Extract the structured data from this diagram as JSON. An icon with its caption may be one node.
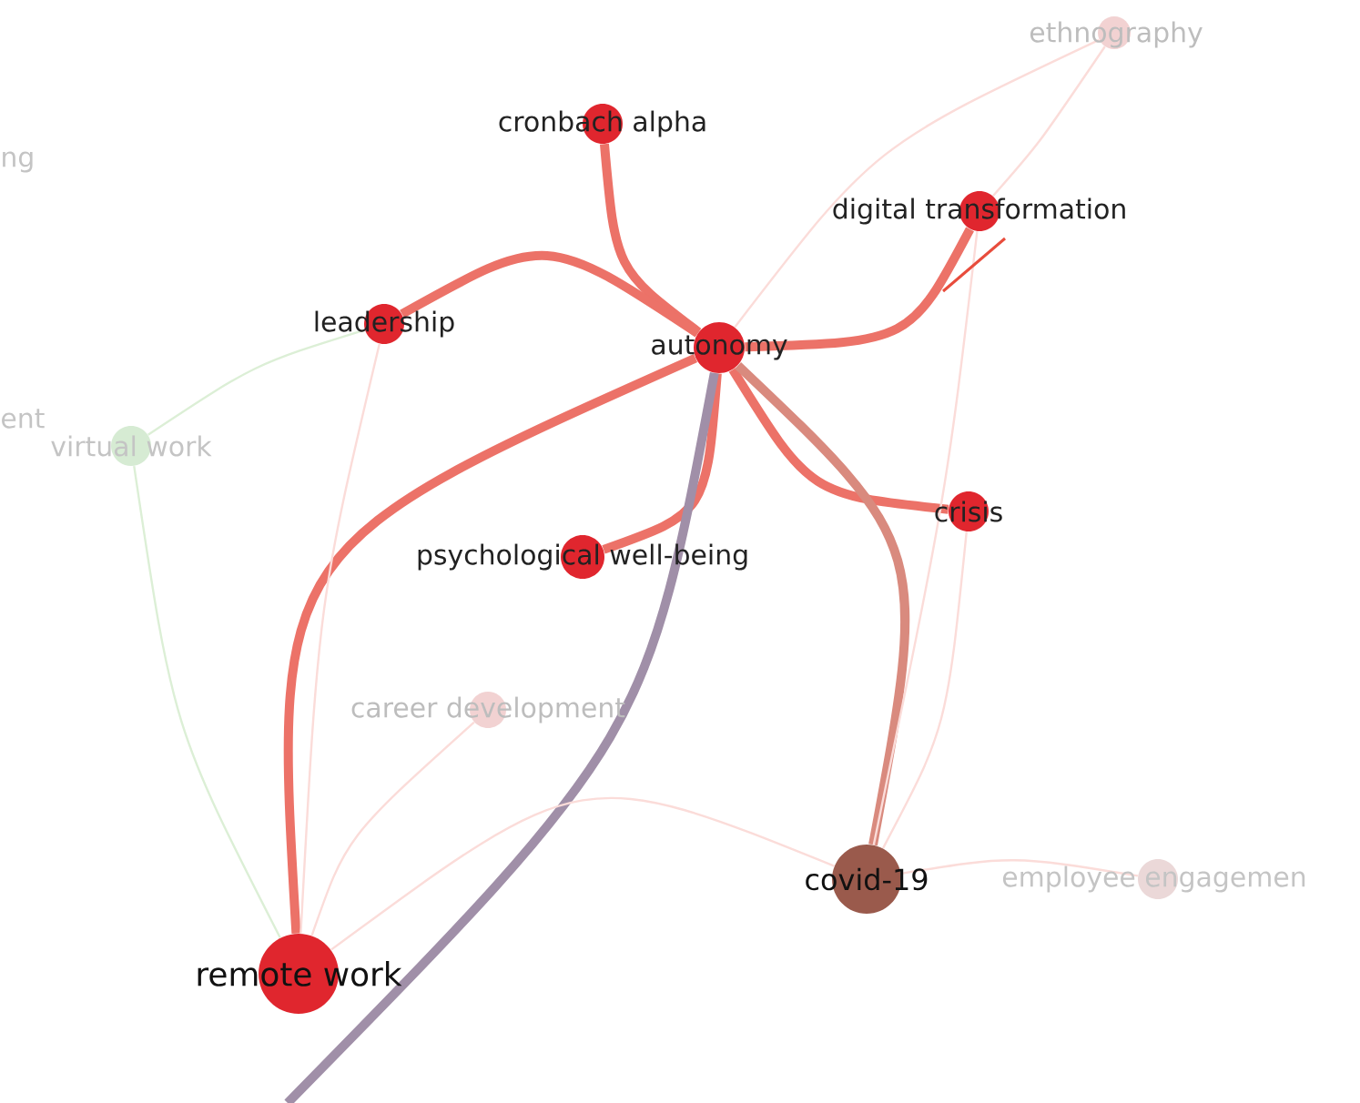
{
  "diagram": {
    "nodes": [
      {
        "text": [
          "cronbach alpha"
        ]
      },
      {
        "text": [
          "digital transformation"
        ]
      },
      {
        "text": [
          "leadership"
        ]
      },
      {
        "text": [
          "autonomy"
        ]
      },
      {
        "text": [
          "crisis"
        ]
      },
      {
        "text": [
          "psychological well-being"
        ]
      },
      {
        "text": [
          "career development"
        ]
      },
      {
        "text": [
          "covid-19"
        ]
      },
      {
        "text": [
          "employee engagemen"
        ]
      },
      {
        "text": [
          "remote work"
        ]
      },
      {
        "text": [
          "virtual work"
        ]
      },
      {
        "text": [
          "ethnography"
        ]
      }
    ],
    "edges": [
      {
        "from": 3,
        "to": 0,
        "arrow": "none",
        "style": "thick",
        "color": "#ec7268"
      },
      {
        "from": 3,
        "to": 1,
        "arrow": "none",
        "style": "thick",
        "color": "#ec7268"
      },
      {
        "from": 3,
        "to": 2,
        "arrow": "none",
        "style": "thick",
        "color": "#ec7268"
      },
      {
        "from": 3,
        "to": 4,
        "arrow": "none",
        "style": "thick",
        "color": "#ec7268"
      },
      {
        "from": 3,
        "to": 5,
        "arrow": "none",
        "style": "thick",
        "color": "#ec7268"
      },
      {
        "from": 3,
        "to": 9,
        "arrow": "none",
        "style": "thick",
        "color": "#ec7268"
      },
      {
        "from": 3,
        "to": 7,
        "arrow": "none",
        "style": "thick",
        "color": "#d98a7e"
      },
      {
        "from": 3,
        "to": null,
        "arrow": "none",
        "style": "thick",
        "color": "#a08fa8"
      },
      {
        "from": 9,
        "to": 7,
        "arrow": "none",
        "color": "#fbdcd9"
      },
      {
        "from": 9,
        "to": 2,
        "arrow": "none",
        "color": "#fbdcd9"
      },
      {
        "from": 7,
        "to": 4,
        "arrow": "none",
        "color": "#fbdcd9"
      },
      {
        "from": 7,
        "to": 1,
        "arrow": "none",
        "color": "#fbdcd9"
      },
      {
        "from": 11,
        "to": 1,
        "arrow": "none",
        "color": "#fbdcd9"
      },
      {
        "from": 11,
        "to": 3,
        "arrow": "none",
        "color": "#fbdcd9"
      },
      {
        "from": 10,
        "to": 2,
        "arrow": "none",
        "color": "#dcefd6"
      },
      {
        "from": 7,
        "to": 8,
        "arrow": "none",
        "color": "#fbdcd9"
      },
      {
        "from": 6,
        "to": 9,
        "arrow": "none",
        "color": "#fbdcd9"
      },
      {
        "from": 10,
        "to": 9,
        "arrow": "none",
        "color": "#dcefd6"
      }
    ],
    "labels": [
      "ng",
      "ent"
    ]
  }
}
